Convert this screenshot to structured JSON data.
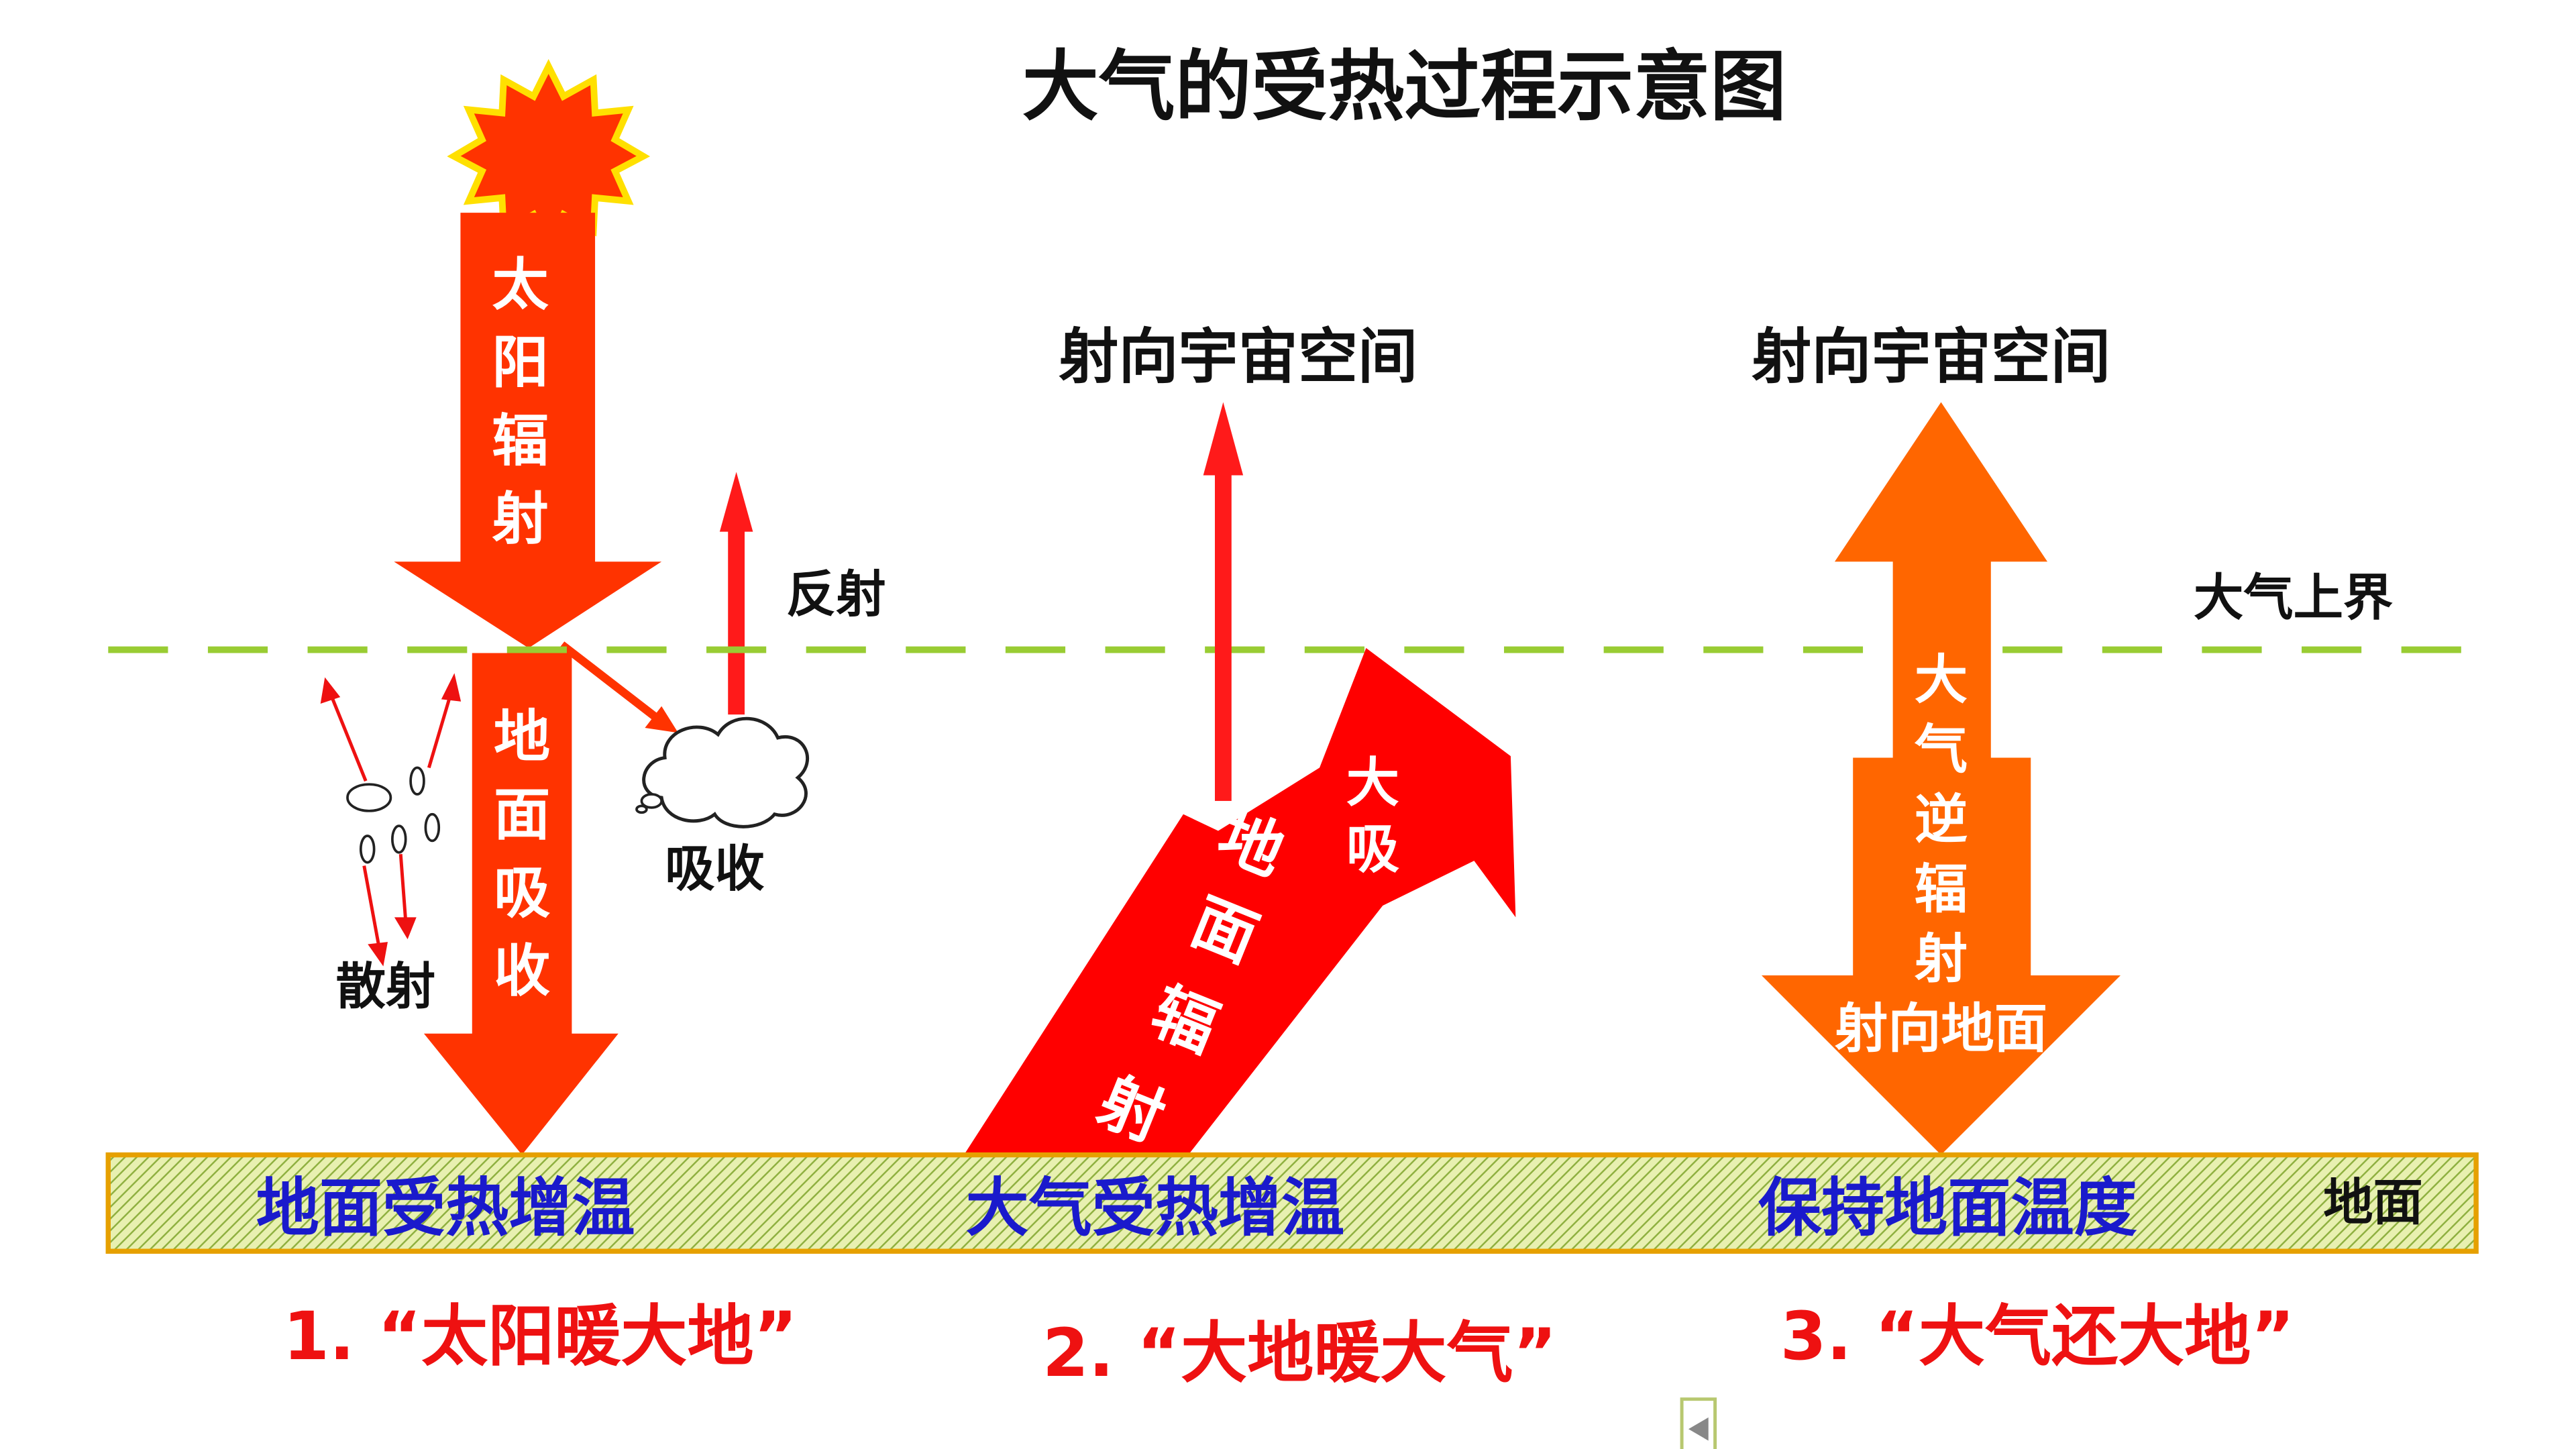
{
  "title": "大气的受热过程示意图",
  "solar_radiation_label": "太阳辐射",
  "reflection_label": "反射",
  "scattering_label": "散射",
  "absorption_label": "吸收",
  "ground_absorption_label": "地面吸收",
  "to_space_label_1": "射向宇宙空间",
  "to_space_label_2": "射向宇宙空间",
  "ground_radiation_label": "地面辐射",
  "atmosphere_absorption_label": "大气吸收",
  "atmosphere_top_label": "大气上界",
  "counter_radiation_label": "大气逆辐射",
  "toward_ground_label": "射向地面",
  "ground_label": "地面",
  "ground_effects": [
    "地面受热增温",
    "大气受热增温",
    "保持地面温度"
  ],
  "steps": [
    "1. “太阳暖大地”",
    "2. “大地暖大气”",
    "3. “大气还大地”"
  ],
  "colors": {
    "solar_arrow": "#ff3300",
    "ground_arrow": "#ff0000",
    "counter_arrow": "#ff6600",
    "thin_arrow": "#ff1a1a",
    "dash_line": "#99cc33",
    "ground_fill": "#d9e88a",
    "ground_border": "#e6a000",
    "blue_text": "#1a1acc",
    "red_text": "#ee1111"
  },
  "icons": [
    "sun-icon",
    "cloud-icon",
    "back-arrow-icon"
  ]
}
